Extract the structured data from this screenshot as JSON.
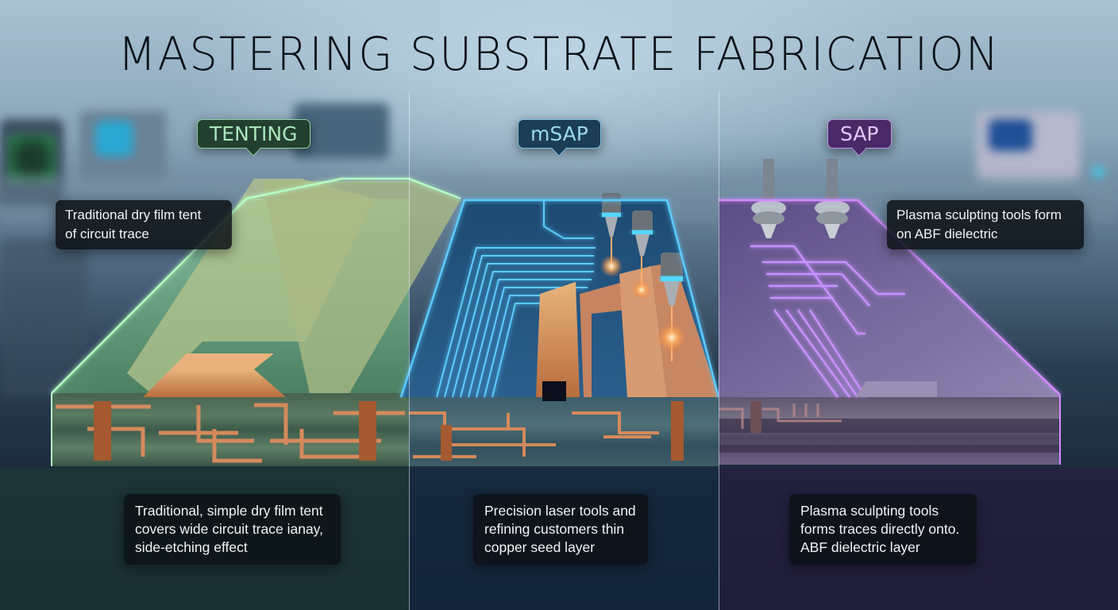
{
  "title": "MASTERING SUBSTRATE FABRICATION",
  "sections": [
    {
      "id": "tenting",
      "label": "TENTING",
      "accent": "#8fd3a5",
      "top_callout": "Traditional dry film tent\nof circuit trace",
      "bottom_callout": "Traditional, simple dry film tent\ncovers wide circuit trace ianay,\n side-etching effect"
    },
    {
      "id": "msap",
      "label": "mSAP",
      "accent": "#4fb8ff",
      "bottom_callout": "Precision laser tools and\n refining customers thin\ncopper seed layer"
    },
    {
      "id": "sap",
      "label": "SAP",
      "accent": "#b070f0",
      "top_callout": "Plasma sculpting tools form\n on ABF dielectric",
      "bottom_callout": "  Plasma sculpting tools\nforms traces directly onto.\nABF dielectric layer"
    }
  ],
  "colors": {
    "copper": "#d48a5c",
    "tenting_glow": "#8ff0a8",
    "msap_glow": "#4fc3ff",
    "sap_glow": "#c07cff"
  }
}
